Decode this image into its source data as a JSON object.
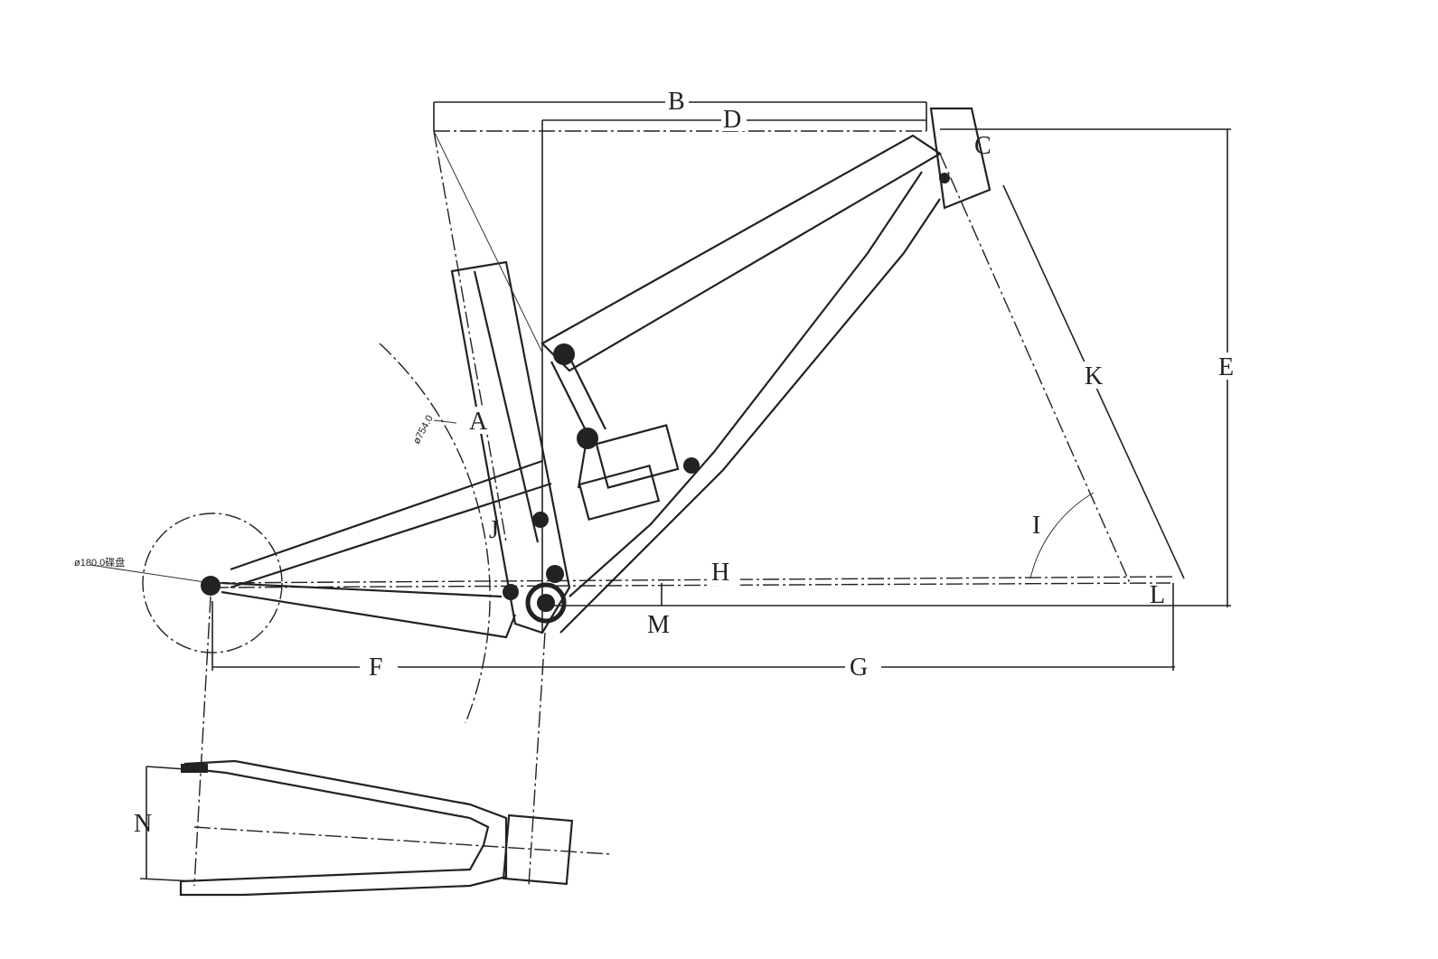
{
  "diagram": {
    "labels": {
      "A": "A",
      "B": "B",
      "C": "C",
      "D": "D",
      "E": "E",
      "F": "F",
      "G": "G",
      "H": "H",
      "I": "I",
      "J": "J",
      "K": "K",
      "L": "L",
      "M": "M",
      "N": "N"
    },
    "wheel_diameter": "ø754.0",
    "rotor_diameter": "ø180.0碟盘"
  }
}
